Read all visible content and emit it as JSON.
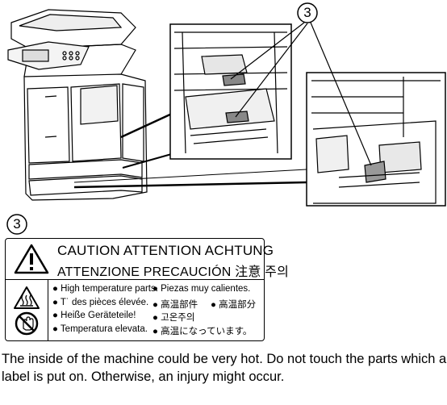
{
  "callout_number": "3",
  "label": {
    "caution_line1": "CAUTION ATTENTION ACHTUNG",
    "caution_line2": "ATTENZIONE PRECAUCIÓN 注意 주의",
    "rows": [
      {
        "c1": "● High temperature parts.",
        "c2": "● Piezas muy calientes.",
        "c3": ""
      },
      {
        "c1": "● T˙ des pièces élevée.",
        "c2": "● 高温部件",
        "c3": "● 高温部分"
      },
      {
        "c1": "● Heiße Geräteteile!",
        "c2": "● 고온주의",
        "c3": ""
      },
      {
        "c1": "● Temperatura elevata.",
        "c2": "● 高温になっています。",
        "c3": ""
      }
    ]
  },
  "caption": "The inside of the machine could be very hot. Do not touch the parts which a label is put on. Otherwise, an injury might occur."
}
